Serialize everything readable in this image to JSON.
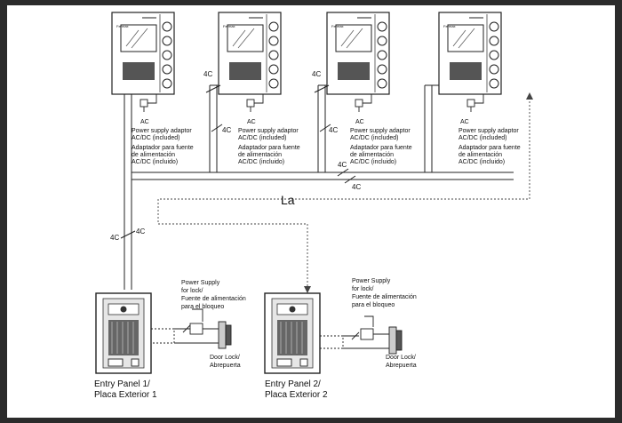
{
  "monitors": [
    {
      "brand": "Fermax",
      "ps_en": "Power supply adaptor",
      "ps_en2": "AC/DC (included)",
      "ps_es": "Adaptador para fuente",
      "ps_es2": "de alimentación",
      "ps_es3": "AC/DC (incluido)",
      "ac": "AC"
    },
    {
      "brand": "Fermax",
      "ps_en": "Power supply adaptor",
      "ps_en2": "AC/DC (included)",
      "ps_es": "Adaptador para fuente",
      "ps_es2": "de alimentación",
      "ps_es3": "AC/DC (incluido)",
      "ac": "AC"
    },
    {
      "brand": "Fermax",
      "ps_en": "Power supply adaptor",
      "ps_en2": "AC/DC (included)",
      "ps_es": "Adaptador para fuente",
      "ps_es2": "de alimentación",
      "ps_es3": "AC/DC (incluido)",
      "ac": "AC"
    },
    {
      "brand": "Fermax",
      "ps_en": "Power supply adaptor",
      "ps_en2": "AC/DC (included)",
      "ps_es": "Adaptador para fuente",
      "ps_es2": "de alimentación",
      "ps_es3": "AC/DC (incluido)",
      "ac": "AC"
    }
  ],
  "wire_labels": {
    "c1": "4C",
    "c2": "4C",
    "c3": "4C",
    "bus1": "4C",
    "bus2": "4C",
    "riser": "4C",
    "la": "La"
  },
  "panels": [
    {
      "name_en": "Entry Panel  1/",
      "name_es": "Placa Exterior 1",
      "lock_ps_1": "Power Supply",
      "lock_ps_2": "for lock/",
      "lock_ps_3": "Fuente de alimentación",
      "lock_ps_4": "para el bloqueo",
      "door_1": "Door Lock/",
      "door_2": "Abrepuerta"
    },
    {
      "name_en": "Entry Panel  2/",
      "name_es": "Placa Exterior 2",
      "lock_ps_1": "Power Supply",
      "lock_ps_2": "for lock/",
      "lock_ps_3": "Fuente de alimentación",
      "lock_ps_4": "para el bloqueo",
      "door_1": "Door Lock/",
      "door_2": "Abrepuerta"
    }
  ]
}
